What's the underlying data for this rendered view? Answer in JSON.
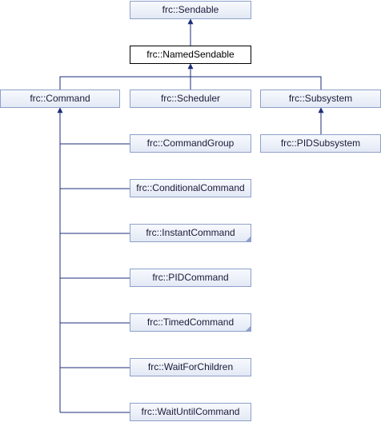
{
  "nodes": {
    "sendable": "frc::Sendable",
    "named_sendable": "frc::NamedSendable",
    "command": "frc::Command",
    "scheduler": "frc::Scheduler",
    "subsystem": "frc::Subsystem",
    "pid_subsystem": "frc::PIDSubsystem",
    "command_group": "frc::CommandGroup",
    "conditional_command": "frc::ConditionalCommand",
    "instant_command": "frc::InstantCommand",
    "pid_command": "frc::PIDCommand",
    "timed_command": "frc::TimedCommand",
    "wait_for_children": "frc::WaitForChildren",
    "wait_until_command": "frc::WaitUntilCommand"
  },
  "colors": {
    "edge": "#1c2e7a",
    "node_border": "#8ea0c9"
  }
}
